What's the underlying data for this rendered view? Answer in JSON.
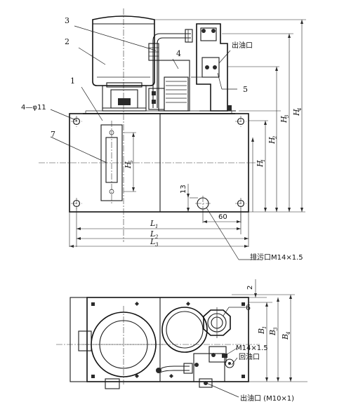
{
  "part_labels": {
    "p1": "1",
    "p2": "2",
    "p3": "3",
    "p4": "4",
    "p5": "5",
    "p6": "6",
    "p7": "7"
  },
  "annotations": {
    "holes": "4—φ11",
    "oil_outlet_top": "出油口",
    "drain_outlet": "排污口M14×1.5",
    "return_port_thread": "M14×1.5",
    "return_port": "回油口",
    "oil_outlet_bottom": "出油口 (M10×1)"
  },
  "dimensions": {
    "L1": "L",
    "L1_sub": "1",
    "L2": "L",
    "L2_sub": "2",
    "L3": "L",
    "L3_sub": "3",
    "H1": "H",
    "H1_sub": "1",
    "H2": "H",
    "H2_sub": "2",
    "H3": "H",
    "H3_sub": "3",
    "H4": "H",
    "H4_sub": "4",
    "H5": "H",
    "H5_sub": "5",
    "B1": "B",
    "B1_sub": "1",
    "B3": "B",
    "B3_sub": "3",
    "B4": "B",
    "B4_sub": "4",
    "d13": "13",
    "d60": "60",
    "d2": "2"
  }
}
